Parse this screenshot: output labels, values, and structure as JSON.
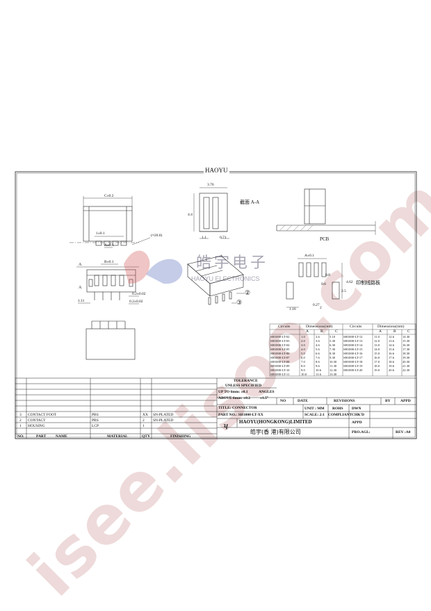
{
  "drawing": {
    "title_top": "HAOYU",
    "section_label": "截面 A-A",
    "pcb_label": "PCB",
    "pcb_layout_label": "印制线路板",
    "callouts": [
      "②",
      "③"
    ],
    "section_marks": [
      "A",
      "A"
    ],
    "company_logo_cn": "皓宇电子",
    "company_logo_en": "HAOYU ELECTRONICS",
    "dims": {
      "top_width": "C±0.2",
      "pitch_label": "A±0.1",
      "height_label": "1±0.1",
      "b_label": "B±0.1",
      "ref_20": "(≈20.0)",
      "side_376": "3.76",
      "side_44": "4.4",
      "side_11": "1.1",
      "side_071": "0.71",
      "foot_111": "1.11",
      "foot_02a": "0.2±0.02",
      "foot_02b": "0.2±0.02",
      "pcb_a": "A±0.1",
      "pcb_08": "0.8",
      "pcb_06": "0.6",
      "pcb_25": "2.5",
      "pcb_462": "4.62",
      "pcb_116": "1.16",
      "pcb_027": "0.27",
      "pcb_2": "2"
    }
  },
  "dim_table": {
    "headers": [
      "Circuits",
      "Dimensions(mm)"
    ],
    "sub_headers": [
      "A",
      "B",
      "C"
    ],
    "left": [
      [
        "SH1000-LT-02",
        "1.0",
        "2.6",
        "5.10"
      ],
      [
        "SH1000-LT-03",
        "2.0",
        "3.6",
        "5.30"
      ],
      [
        "SH1000-LT-04",
        "3.0",
        "4.6",
        "6.30"
      ],
      [
        "SH1000-LT-05",
        "4.0",
        "5.6",
        "7.30"
      ],
      [
        "SH1000-LT-06",
        "5.0",
        "6.6",
        "8.30"
      ],
      [
        "SH1000-LT-07",
        "6.0",
        "7.6",
        "9.30"
      ],
      [
        "SH1000-LT-08",
        "7.0",
        "8.6",
        "10.30"
      ],
      [
        "SH1000-LT-09",
        "8.0",
        "9.6",
        "11.30"
      ],
      [
        "SH1000-LT-10",
        "9.0",
        "10.6",
        "12.30"
      ],
      [
        "SH1000-LT-11",
        "10.0",
        "11.6",
        "13.30"
      ]
    ],
    "right": [
      [
        "SH1000-LT-12",
        "11.0",
        "12.6",
        "14.30"
      ],
      [
        "SH1000-LT-13",
        "12.0",
        "13.6",
        "15.30"
      ],
      [
        "SH1000-LT-14",
        "13.0",
        "14.6",
        "16.30"
      ],
      [
        "SH1000-LT-15",
        "14.0",
        "15.6",
        "17.30"
      ],
      [
        "SH1000-LT-16",
        "15.0",
        "16.6",
        "18.30"
      ],
      [
        "SH1000-LT-17",
        "16.0",
        "17.6",
        "19.30"
      ],
      [
        "SH1000-LT-18",
        "17.0",
        "18.6",
        "20.30"
      ],
      [
        "SH1000-LT-19",
        "18.0",
        "19.6",
        "21.30"
      ],
      [
        "SH1000-LT-20",
        "19.0",
        "20.6",
        "22.30"
      ]
    ]
  },
  "title_block": {
    "tolerance": "TOLERANCE",
    "unless": "UNLESS SPECIFIED",
    "up_to": "UP TO 6mm: ±0.1",
    "above": "ABOVE 6mm: ±0.2",
    "angles": "ANGLES",
    "angles_val": "±1.5°",
    "no": "NO",
    "date": "DATE",
    "revisions": "REVISIONS",
    "by": "BY",
    "appd": "APPD",
    "title": "TITLE: CONNECTOR",
    "unit": "UNIT : MM",
    "rohs": "ROHS",
    "dwn": "DWN",
    "part_no": "PART NO.: SH1000-LT-XX",
    "scale": "SCALE: 2:1",
    "compliant": "COMPLIANT",
    "chkd": "CHK'D",
    "company": "HAOYU(HONGKONG)LIMITED",
    "company_cn": "皓宇(香 港)有限公司",
    "appd2": "APPD",
    "proj": "PRO.AGL:",
    "rev": "REV :A0"
  },
  "bom": {
    "headers": [
      "NO.",
      "PART",
      "NAME",
      "MATERIAL",
      "QTY",
      "FINISHING"
    ],
    "rows": [
      [
        "3",
        "CONTACT FOOT",
        "PBS",
        "XX",
        "SN-PLATED"
      ],
      [
        "2",
        "CONTACT",
        "PBS",
        "2",
        "SN-PLATED"
      ],
      [
        "1",
        "HOUSING",
        "LCP",
        "1",
        ""
      ]
    ]
  },
  "watermark": "isee.lisoo.com"
}
